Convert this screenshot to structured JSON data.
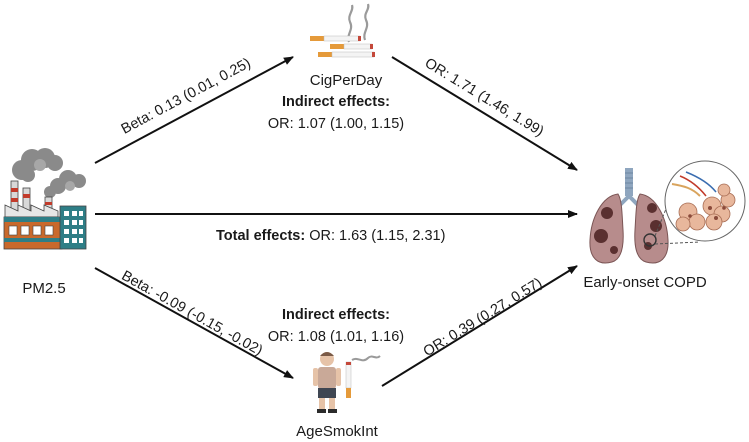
{
  "nodes": {
    "exposure": "PM2.5",
    "mediator_top": "CigPerDay",
    "mediator_bottom": "AgeSmokInt",
    "outcome": "Early-onset COPD"
  },
  "edges": {
    "exposure_to_top": "Beta: 0.13 (0.01, 0.25)",
    "top_to_outcome": "OR: 1.71 (1.46, 1.99)",
    "exposure_to_bottom": "Beta: -0.09 (-0.15, -0.02)",
    "bottom_to_outcome": "OR: 0.39 (0.27, 0.57)"
  },
  "indirect_top": {
    "heading": "Indirect effects:",
    "value": "OR: 1.07 (1.00, 1.15)"
  },
  "indirect_bottom": {
    "heading": "Indirect effects:",
    "value": "OR: 1.08 (1.01, 1.16)"
  },
  "total": {
    "heading": "Total effects:",
    "value": " OR: 1.63 (1.15, 2.31)"
  },
  "colors": {
    "arrow": "#111111",
    "smoke": "#8a8a8a",
    "factory_brick": "#c9692c",
    "factory_teal": "#2e7e86",
    "lung": "#b78c8c",
    "lesion": "#5a3030",
    "trachea": "#8fa6bf"
  },
  "icons": [
    "factory-icon",
    "cigarettes-icon",
    "lungs-icon",
    "alveoli-icon",
    "person-icon",
    "cigarette-icon"
  ]
}
